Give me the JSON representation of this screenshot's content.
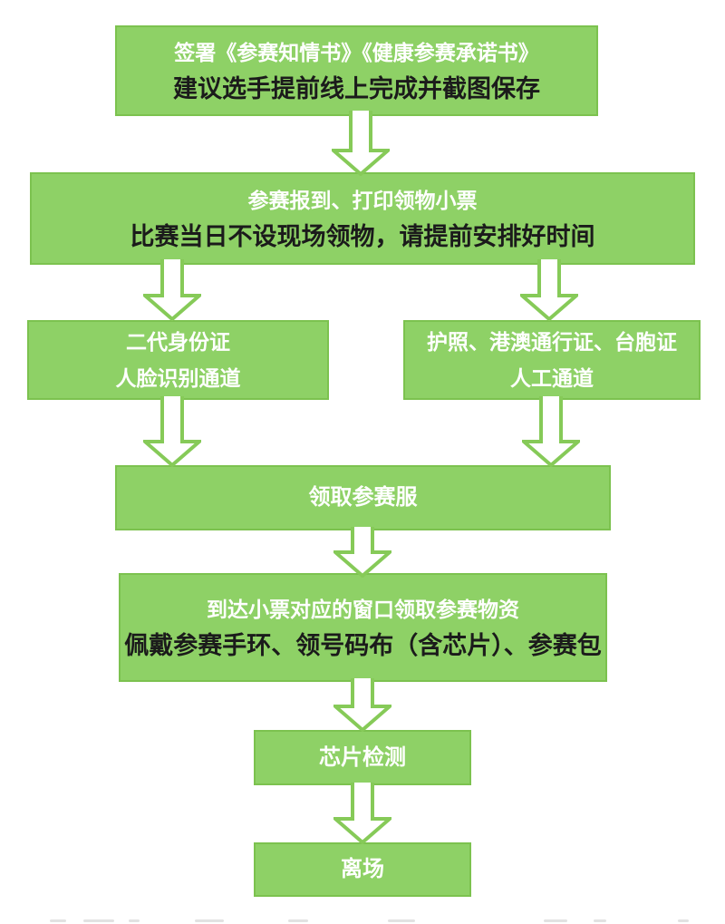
{
  "page": {
    "background": "#ffffff"
  },
  "palette": {
    "page_bg": "#ffffff",
    "box_fill": "#8ed166",
    "box_border": "#7cc24f",
    "arrow_stroke": "#86ca58",
    "arrow_fill": "#ffffff",
    "text_white": "#ffffff",
    "text_dark": "#1b1b1b"
  },
  "flowchart": {
    "steps": [
      {
        "name": "sign-agreements",
        "lines": [
          {
            "text": "签署《参赛知情书》《健康参赛承诺书》",
            "style": "white"
          },
          {
            "text": "建议选手提前线上完成并截图保存",
            "style": "dark"
          }
        ]
      },
      {
        "name": "check-in-print-ticket",
        "lines": [
          {
            "text": "参赛报到、打印领物小票",
            "style": "white"
          },
          {
            "text": "比赛当日不设现场领物，请提前安排好时间",
            "style": "dark"
          }
        ]
      },
      {
        "name": "id-card-face-channel",
        "lines": [
          {
            "text": "二代身份证",
            "style": "white"
          },
          {
            "text": "人脸识别通道",
            "style": "white"
          }
        ]
      },
      {
        "name": "passport-manual-channel",
        "lines": [
          {
            "text": "护照、港澳通行证、台胞证",
            "style": "white"
          },
          {
            "text": "人工通道",
            "style": "white"
          }
        ]
      },
      {
        "name": "get-race-shirt",
        "lines": [
          {
            "text": "领取参赛服",
            "style": "white"
          }
        ]
      },
      {
        "name": "get-race-materials",
        "lines": [
          {
            "text": "到达小票对应的窗口领取参赛物资",
            "style": "white"
          },
          {
            "text": "佩戴参赛手环、领号码布（含芯片）、参赛包",
            "style": "dark"
          }
        ]
      },
      {
        "name": "chip-check",
        "lines": [
          {
            "text": "芯片检测",
            "style": "white"
          }
        ]
      },
      {
        "name": "leave",
        "lines": [
          {
            "text": "离场",
            "style": "white"
          }
        ]
      }
    ]
  }
}
